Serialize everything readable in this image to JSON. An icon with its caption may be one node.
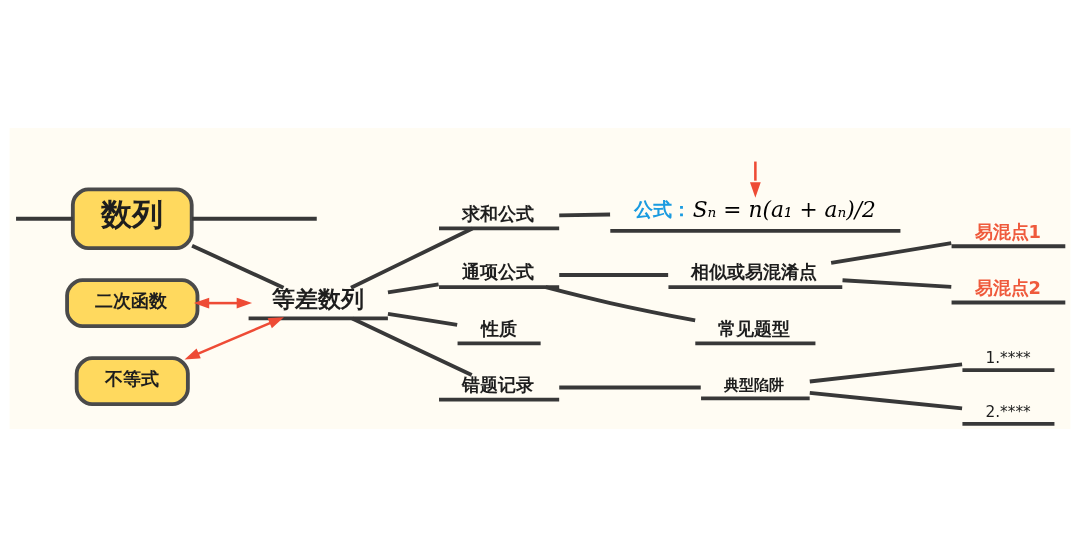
{
  "diagram": {
    "nodes": [
      {
        "text": [
          "数列"
        ]
      },
      {
        "text": [
          "等差数列"
        ]
      },
      {
        "text": [
          "求和公式"
        ]
      },
      {
        "text": [
          "公式：",
          "Sₙ = n(a₁ + aₙ)/2"
        ]
      },
      {
        "text": [
          "通项公式"
        ]
      },
      {
        "text": [
          "相似或易混淆点"
        ]
      },
      {
        "text": [
          "易混点1"
        ]
      },
      {
        "text": [
          "易混点2"
        ]
      },
      {
        "text": [
          "常见题型"
        ]
      },
      {
        "text": [
          "性质"
        ]
      },
      {
        "text": [
          "错题记录"
        ]
      },
      {
        "text": [
          "典型陷阱"
        ]
      },
      {
        "text": [
          "1.****"
        ]
      },
      {
        "text": [
          "2.****"
        ]
      },
      {
        "text": [
          "二次函数"
        ]
      },
      {
        "text": [
          "不等式"
        ]
      }
    ],
    "edges": [
      {
        "from": null,
        "to": 0,
        "arrow": "none"
      },
      {
        "from": 0,
        "to": null,
        "arrow": "none"
      },
      {
        "from": 0,
        "to": 1,
        "arrow": "none"
      },
      {
        "from": 1,
        "to": 2,
        "arrow": "none"
      },
      {
        "from": 2,
        "to": 3,
        "arrow": "none"
      },
      {
        "from": null,
        "to": 3,
        "arrow": "to",
        "color": "#ee4b35"
      },
      {
        "from": 1,
        "to": 4,
        "arrow": "none"
      },
      {
        "from": 4,
        "to": 5,
        "arrow": "none"
      },
      {
        "from": 5,
        "to": 6,
        "arrow": "none"
      },
      {
        "from": 5,
        "to": 7,
        "arrow": "none"
      },
      {
        "from": 4,
        "to": 8,
        "arrow": "none"
      },
      {
        "from": 1,
        "to": 9,
        "arrow": "none"
      },
      {
        "from": 1,
        "to": 10,
        "arrow": "none"
      },
      {
        "from": 10,
        "to": 11,
        "arrow": "none"
      },
      {
        "from": 11,
        "to": 12,
        "arrow": "none"
      },
      {
        "from": 11,
        "to": 13,
        "arrow": "none"
      },
      {
        "from": 14,
        "to": 1,
        "arrow": "both",
        "color": "#ee4b35"
      },
      {
        "from": 15,
        "to": 1,
        "arrow": "both",
        "color": "#ee4b35"
      }
    ]
  }
}
